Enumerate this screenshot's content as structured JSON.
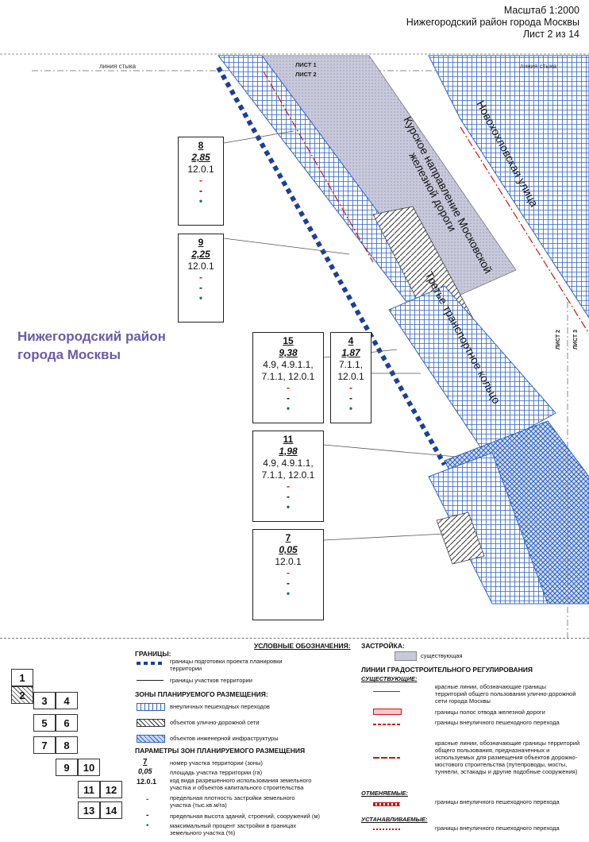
{
  "header": {
    "scale": "Масштаб 1:2000",
    "district": "Нижегородский район города Москвы",
    "sheet": "Лист 2 из 14"
  },
  "map": {
    "joint_line_left": "линия стыка",
    "joint_line_right": "линия стыка",
    "sheet_1": "ЛИСТ 1",
    "sheet_2": "ЛИСТ 2",
    "sheet_2b": "ЛИСТ 2",
    "sheet_3": "ЛИСТ 3",
    "district_line1": "Нижегородский район",
    "district_line2": "города Москвы",
    "street_novo": "Новохохловская улица",
    "railway_line1": "Курское направление Московской",
    "railway_line2": "железной дороги",
    "ring": "Третье транспортное кольцо"
  },
  "parcels": [
    {
      "num": "8",
      "area": "2,85",
      "codes": [
        "12.0.1"
      ]
    },
    {
      "num": "9",
      "area": "2,25",
      "codes": [
        "12.0.1"
      ]
    },
    {
      "num": "15",
      "area": "9,38",
      "codes": [
        "4.9, 4.9.1.1,",
        "7.1.1, 12.0.1"
      ]
    },
    {
      "num": "4",
      "area": "1,87",
      "codes": [
        "7.1.1,",
        "12.0.1"
      ]
    },
    {
      "num": "11",
      "area": "1,98",
      "codes": [
        "4.9, 4.9.1.1,",
        "7.1.1, 12.0.1"
      ]
    },
    {
      "num": "7",
      "area": "0,05",
      "codes": [
        "12.0.1"
      ]
    }
  ],
  "markers": {
    "red": "-",
    "black": "-",
    "green": "•"
  },
  "index_grid": [
    "1",
    "2",
    "3",
    "4",
    "5",
    "6",
    "7",
    "8",
    "9",
    "10",
    "11",
    "12",
    "13",
    "14"
  ],
  "legend": {
    "title": "УСЛОВНЫЕ ОБОЗНАЧЕНИЯ:",
    "borders_h": "ГРАНИЦЫ:",
    "border_project": "границы подготовки проекта планировки территории",
    "border_parcels": "границы участков территории",
    "zones_h": "ЗОНЫ ПЛАНИРУЕМОГО РАЗМЕЩЕНИЯ:",
    "zone_ped": "внеуличных пешеходных переходов",
    "zone_road": "объектов улично-дорожной сети",
    "zone_eng": "объектов инженерной инфраструктуры",
    "params_h": "ПАРАМЕТРЫ ЗОН ПЛАНИРУЕМОГО РАЗМЕЩЕНИЯ",
    "p_num_sample": "7",
    "p_area_sample": "0,05",
    "p_code_sample": "12.0.1",
    "p_num": "номер участка территории (зоны)",
    "p_area": "площадь участка территории (га)",
    "p_code": "код вида разрешенного использования земельного участка и объектов капитального строительства",
    "p_density": "предельная плотность застройки земельного участка (тыс.кв.м/га)",
    "p_height": "предельная высота зданий, строений, сооружений (м)",
    "p_percent": "максимальный процент застройки в границах земельного участка (%)",
    "build_h": "ЗАСТРОЙКА:",
    "build_existing": "существующая",
    "lines_h": "ЛИНИИ ГРАДОСТРОИТЕЛЬНОГО РЕГУЛИРОВАНИЯ",
    "existing_h": "СУЩЕСТВУЮЩИЕ:",
    "l_red": "красные линии, обозначающие границы территорий общего пользования улично-дорожной сети города Москвы",
    "l_rail": "границы полос отвода железной дороги",
    "l_ped": "границы внеуличного пешеходного перехода",
    "l_red2": "красные линии, обозначающие границы территорий общего пользования, предназначенных и используемых для размещения объектов дорожно-мостового строительства (путепроводы, мосты, туннели, эстакады и другие подобные сооружения)",
    "cancel_h": "ОТМЕНЯЕМЫЕ:",
    "l_ped_cancel": "границы внеуличного пешеходного перехода",
    "set_h": "УСТАНАВЛИВАЕМЫЕ:",
    "l_ped_set": "границы внеуличного пешеходного перехода"
  },
  "colors": {
    "blue": "#2f63c8",
    "district": "#6b5ba9",
    "red": "#d11111",
    "green": "#1a7a4a"
  }
}
